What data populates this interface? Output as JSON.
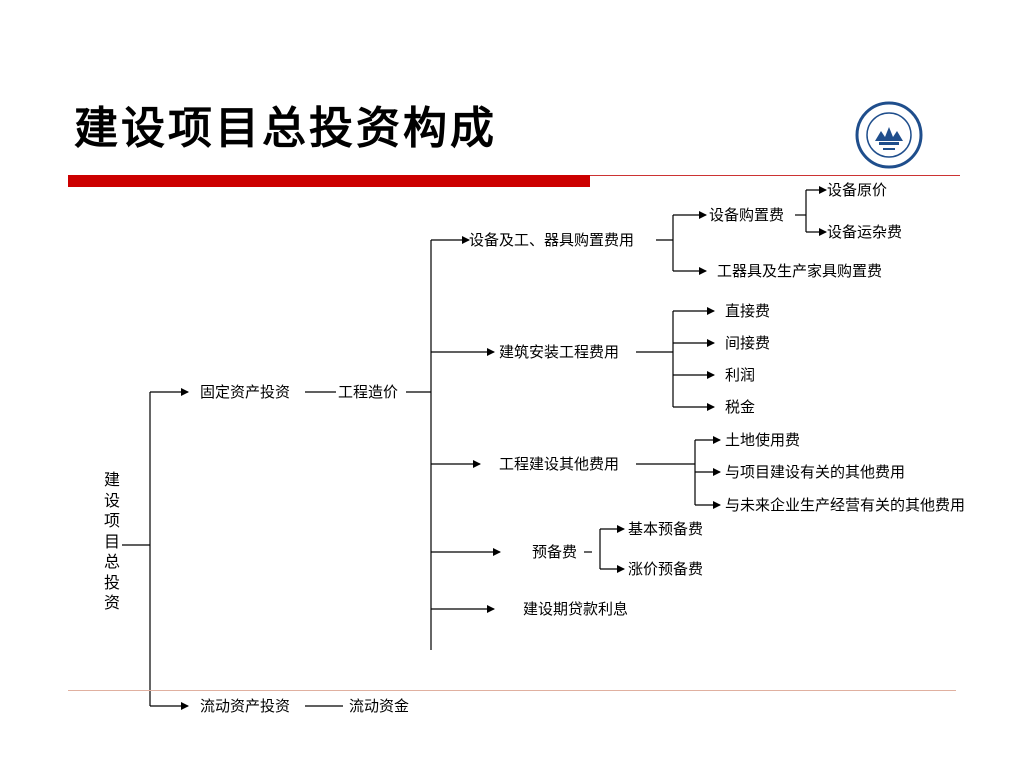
{
  "title": "建设项目总投资构成",
  "root": "建设项目总投资",
  "nodes": {
    "fixed_investment": "固定资产投资",
    "engineering_cost": "工程造价",
    "equipment_purchase": "设备及工、器具购置费用",
    "equipment_buy": "设备购置费",
    "equipment_original_price": "设备原价",
    "equipment_transport": "设备运杂费",
    "tools_furniture": "工器具及生产家具购置费",
    "construction_install": "建筑安装工程费用",
    "direct_cost": "直接费",
    "indirect_cost": "间接费",
    "profit": "利润",
    "tax": "税金",
    "other_costs": "工程建设其他费用",
    "land_use": "土地使用费",
    "project_related": "与项目建设有关的其他费用",
    "future_operation": "与未来企业生产经营有关的其他费用",
    "contingency": "预备费",
    "basic_contingency": "基本预备费",
    "price_contingency": "涨价预备费",
    "loan_interest": "建设期贷款利息",
    "current_investment": "流动资产投资",
    "working_capital": "流动资金"
  },
  "colors": {
    "accent": "#cc0000",
    "line": "#000000",
    "logo": "#1f4e8c"
  }
}
